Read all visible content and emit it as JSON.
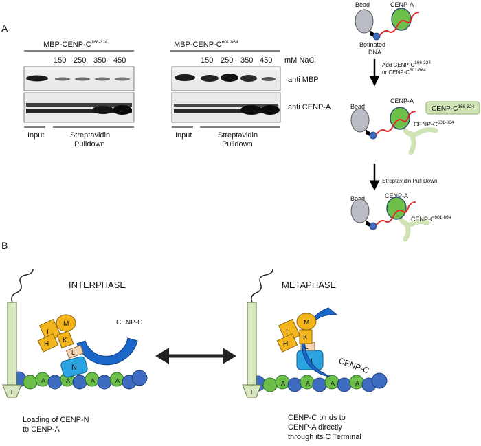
{
  "panel_a": {
    "letter": "A",
    "blot": {
      "construct_left": "MBP-CENP-C",
      "construct_left_sup": "166-324",
      "construct_right": "MBP-CENP-C",
      "construct_right_sup": "601-864",
      "salt_values": [
        "150",
        "250",
        "350",
        "450"
      ],
      "salt_unit": "mM NaCl",
      "rows": [
        "anti MBP",
        "anti CENP-A"
      ],
      "input_label": "Input",
      "pulldown_label_1": "Streptavidin",
      "pulldown_label_2": "Pulldown"
    },
    "schematic": {
      "bead": "Bead",
      "cenpa": "CENP-A",
      "dna_1": "Botinated",
      "dna_2": "DNA",
      "step1_1": "Add CENP-C",
      "step1_1_sup": "166-324",
      "step1_2": "or CENP-C",
      "step1_2_sup": "601-864",
      "cenpc_box": "CENP-C",
      "cenpc_box_sup": "166-324",
      "cenpc_tail": "CENP-C",
      "cenpc_tail_sup": "601-864",
      "step2": "Streptavidin Pull Down"
    }
  },
  "panel_b": {
    "letter": "B",
    "interphase": {
      "title": "INTERPHASE",
      "cenpc_label": "CENP-C",
      "caption_1": "Loading of CENP-N",
      "caption_2": "to CENP-A"
    },
    "metaphase": {
      "title": "METAPHASE",
      "cenpc_label": "CENP-C",
      "caption_1": "CENP-C binds to",
      "caption_2": "CENP-A directly",
      "caption_3": "through its C Terminal"
    },
    "subunits": {
      "h": "H",
      "i": "I",
      "k": "K",
      "m": "M",
      "l": "L",
      "n": "N",
      "t": "T",
      "a": "A"
    }
  },
  "colors": {
    "bead_gray": "#b9bcc4",
    "bead_blue": "#3d6cc0",
    "cenpa_green": "#6cc04a",
    "cenpa_red": "#e32b2b",
    "cenpc_light": "#cfe3b5",
    "cenpc_blue": "#1b66c9",
    "cenpn_cyan": "#2ba3e0",
    "ccan_orange": "#f3b51b",
    "cenpt_green": "#d9e7c0"
  }
}
